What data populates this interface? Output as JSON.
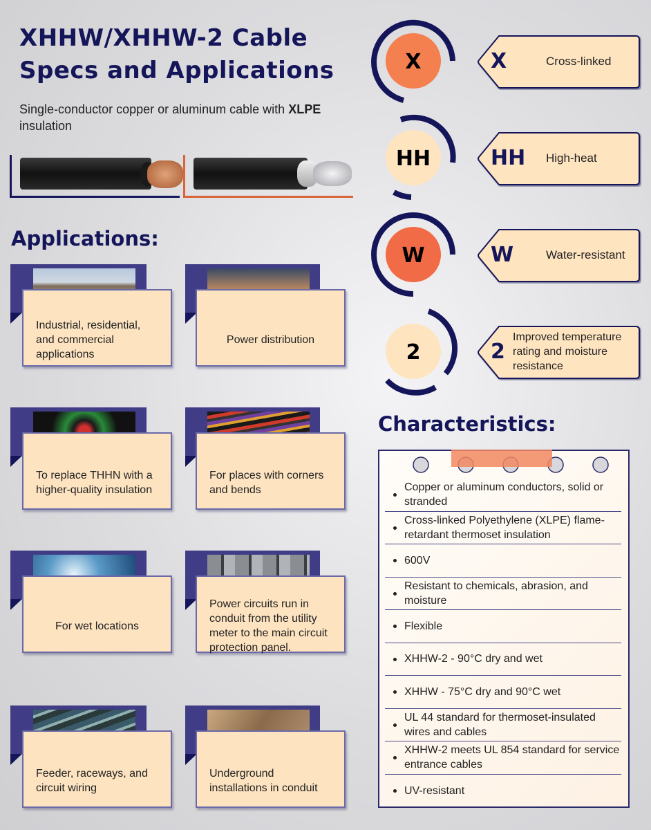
{
  "title": {
    "line1": "XHHW/XHHW-2 Cable",
    "line2": "Specs and Applications"
  },
  "subtitle": {
    "pre": "Single-conductor copper or aluminum cable with ",
    "bold": "XLPE",
    "post": " insulation"
  },
  "applications": {
    "heading": "Applications:",
    "items": [
      "Industrial, residential, and commercial applications",
      "Power distribution",
      "To replace THHN with a higher-quality insulation",
      "For places with corners and bends",
      "For wet locations",
      "Power circuits run in conduit from the utility meter to the main circuit protection panel.",
      "Feeder, raceways, and circuit wiring",
      "Underground installations in conduit"
    ]
  },
  "acronym": [
    {
      "letter": "X",
      "label": "Cross-linked",
      "fill": "#f47f4f"
    },
    {
      "letter": "HH",
      "label": "High-heat",
      "fill": "#ffe4c0"
    },
    {
      "letter": "W",
      "label": "Water-resistant",
      "fill": "#f26b47"
    },
    {
      "letter": "2",
      "label": "Improved temperature rating and moisture resistance",
      "fill": "#ffe4c0"
    }
  ],
  "characteristics": {
    "heading": "Characteristics:",
    "items": [
      "Copper or aluminum conductors, solid or stranded",
      "Cross-linked Polyethylene (XLPE) flame-retardant thermoset insulation",
      "600V",
      "Resistant to chemicals, abrasion, and moisture",
      "Flexible",
      "XHHW-2 - 90°C dry and wet",
      "XHHW - 75°C dry and 90°C wet",
      "UL 44 standard for thermoset-insulated wires and cables",
      "XHHW-2 meets UL 854 standard for service entrance cables",
      "UV-resistant"
    ]
  },
  "colors": {
    "navy": "#15155a",
    "orange": "#f47f4f",
    "beige": "#fde3c0",
    "purple": "#403c86"
  }
}
